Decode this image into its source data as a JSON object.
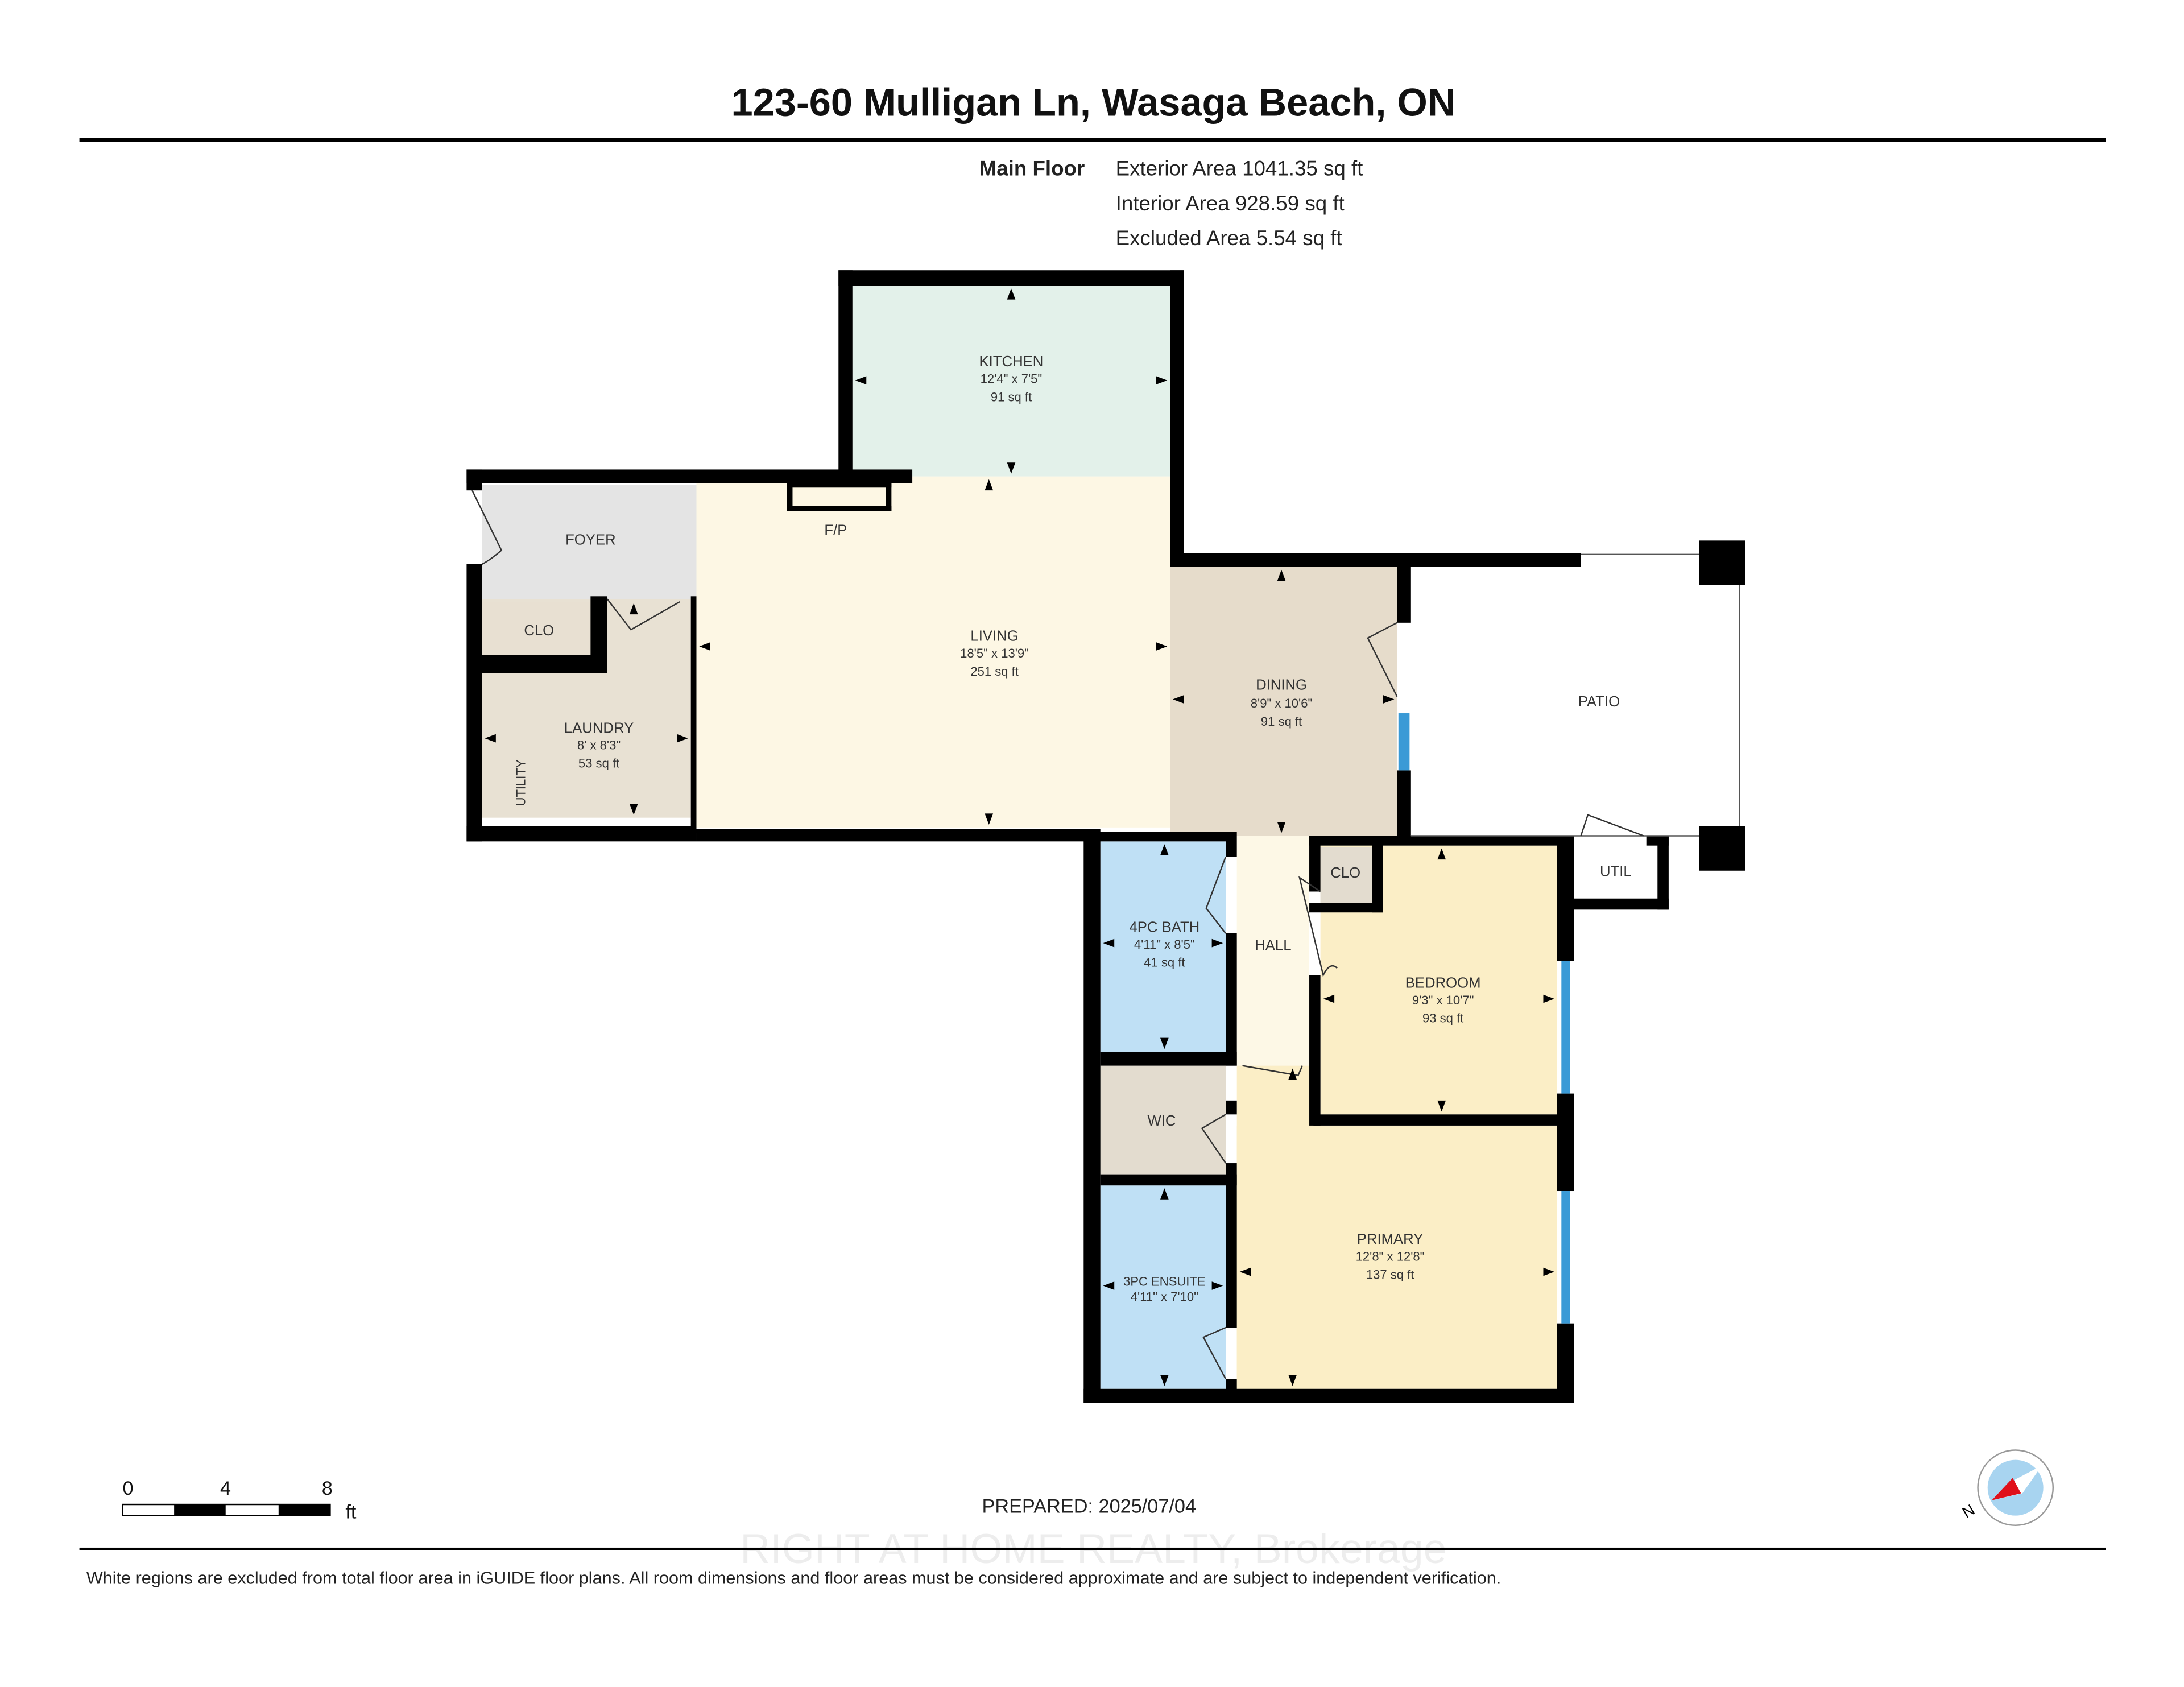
{
  "title": "123-60 Mulligan Ln, Wasaga Beach, ON",
  "floor_info": {
    "floor_name": "Main Floor",
    "exterior_area": "Exterior Area 1041.35 sq ft",
    "interior_area": "Interior Area 928.59 sq ft",
    "excluded_area": "Excluded Area 5.54 sq ft"
  },
  "rooms": {
    "kitchen": {
      "name": "KITCHEN",
      "dims": "12'4\" x 7'5\"",
      "area": "91 sq ft",
      "color": "#e3f1ea"
    },
    "living": {
      "name": "LIVING",
      "dims": "18'5\" x 13'9\"",
      "area": "251 sq ft",
      "color": "#fdf7e4"
    },
    "fireplace": {
      "name": "F/P"
    },
    "foyer": {
      "name": "FOYER",
      "color": "#e4e4e4"
    },
    "clo1": {
      "name": "CLO",
      "color": "#e8e0d2"
    },
    "laundry": {
      "name": "LAUNDRY",
      "dims": "8' x 8'3\"",
      "area": "53 sq ft",
      "color": "#e8e1d3"
    },
    "utility": {
      "name": "UTILITY"
    },
    "dining": {
      "name": "DINING",
      "dims": "8'9\" x 10'6\"",
      "area": "91 sq ft",
      "color": "#e6dccb"
    },
    "patio": {
      "name": "PATIO"
    },
    "bath4": {
      "name": "4PC BATH",
      "dims": "4'11\" x 8'5\"",
      "area": "41 sq ft",
      "color": "#bfe0f5"
    },
    "hall": {
      "name": "HALL",
      "color": "#fdf8e6"
    },
    "clo2": {
      "name": "CLO",
      "color": "#e3dccf"
    },
    "util": {
      "name": "UTIL"
    },
    "bedroom": {
      "name": "BEDROOM",
      "dims": "9'3\" x 10'7\"",
      "area": "93 sq ft",
      "color": "#fbeec6"
    },
    "wic": {
      "name": "WIC",
      "color": "#e3dccf"
    },
    "ensuite": {
      "name": "3PC ENSUITE",
      "dims": "4'11\" x 7'10\"",
      "color": "#bfe0f5"
    },
    "primary": {
      "name": "PRIMARY",
      "dims": "12'8\" x 12'8\"",
      "area": "137 sq ft",
      "color": "#fbeec6"
    }
  },
  "window_color": "#3a9ad6",
  "scale_bar": {
    "ticks": [
      "0",
      "4",
      "8"
    ],
    "unit": "ft"
  },
  "prepared": "PREPARED: 2025/07/04",
  "watermark": "RIGHT AT HOME REALTY, Brokerage",
  "compass": {
    "north_label": "N",
    "needle_color": "#e0101a",
    "ring_color": "#a8d4f0"
  },
  "disclaimer": "White regions are excluded from total floor area in iGUIDE floor plans. All room dimensions and floor areas must be considered approximate and are subject to independent verification."
}
